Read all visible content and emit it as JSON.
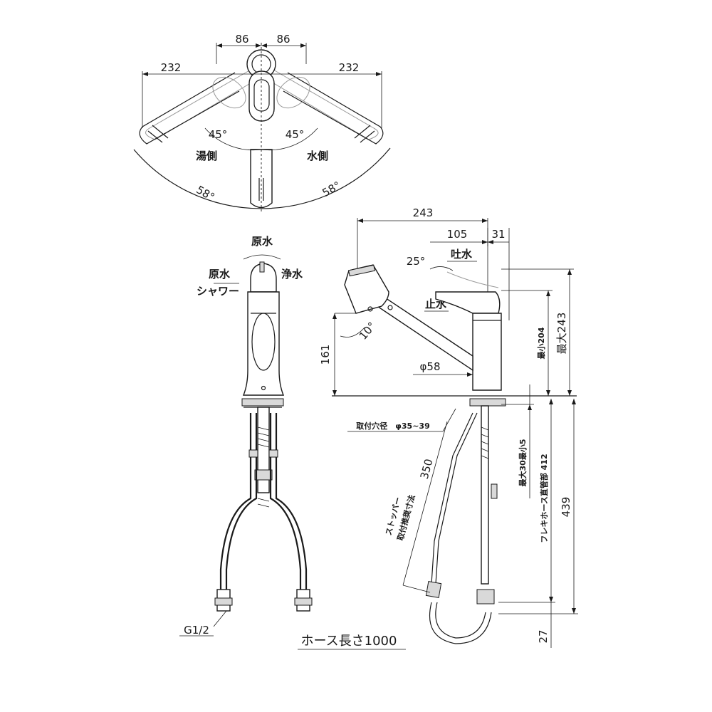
{
  "top_view": {
    "dim_left_86": "86",
    "dim_right_86": "86",
    "dim_left_232": "232",
    "dim_right_232": "232",
    "angle_hot": "45°",
    "angle_cold": "45°",
    "label_hot": "湯側",
    "label_cold": "水側",
    "angle_left_58": "58°",
    "angle_right_58": "58°"
  },
  "front_view": {
    "label_raw_top": "原水",
    "label_raw_left": "原水",
    "label_purified": "浄水",
    "label_shower": "シャワー",
    "label_thread": "G1/2",
    "label_hose_length": "ホース長さ1000"
  },
  "side_view": {
    "dim_243_width": "243",
    "dim_105": "105",
    "dim_31": "31",
    "angle_25": "25°",
    "label_spout": "吐水",
    "label_stop": "止水",
    "angle_10": "10°",
    "dim_161": "161",
    "dim_phi58": "φ58",
    "dim_min204": "最小204",
    "dim_max243": "最大243",
    "label_mount_hole": "取付穴径　φ35~39",
    "dim_350": "350",
    "label_stopper_line1": "ストッパー",
    "label_stopper_line2": "取付推奨寸法",
    "dim_max30": "最大30最小5",
    "dim_flex_412": "フレキホース直管部 412",
    "dim_439": "439",
    "dim_27": "27"
  }
}
